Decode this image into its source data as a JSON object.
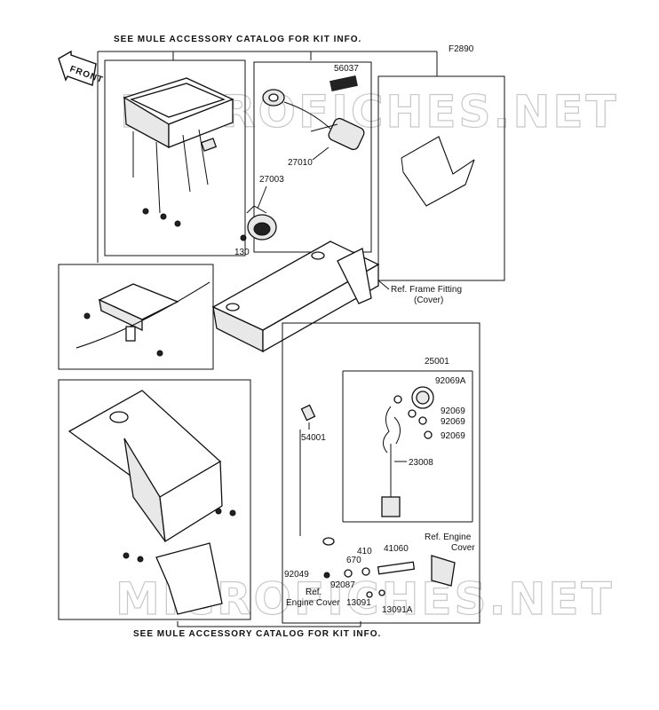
{
  "figure_id": "F2890",
  "header_note": "SEE MULE ACCESSORY CATALOG FOR KIT INFO.",
  "footer_note": "SEE MULE ACCESSORY CATALOG FOR KIT INFO.",
  "front_arrow_label": "FRONT",
  "watermark": "MICROFICHES.NET",
  "parts": {
    "p56037": "56037",
    "p27010": "27010",
    "p27003": "27003",
    "p130": "130",
    "p25001": "25001",
    "p92069A": "92069A",
    "p92069_1": "92069",
    "p92069_2": "92069",
    "p92069_3": "92069",
    "p54001": "54001",
    "p23008": "23008",
    "p410": "410",
    "p41060": "41060",
    "p670": "670",
    "p92049": "92049",
    "p92087": "92087",
    "p13091": "13091",
    "p13091A": "13091A"
  },
  "refs": {
    "frame_fitting_1": "Ref. Frame Fitting",
    "frame_fitting_2": "(Cover)",
    "engine_cover_right_1": "Ref. Engine",
    "engine_cover_right_2": "Cover",
    "engine_cover_left_1": "Ref.",
    "engine_cover_left_2": "Engine Cover"
  }
}
